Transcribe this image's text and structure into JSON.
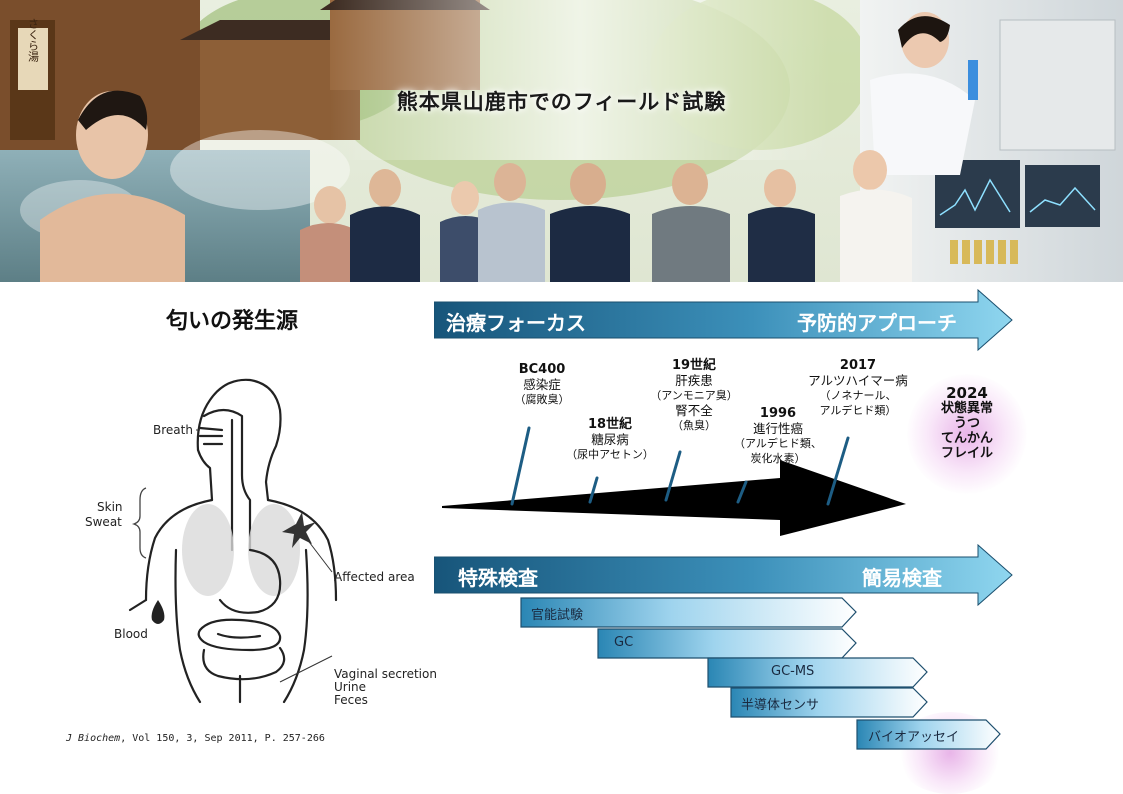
{
  "banner": {
    "title": "熊本県山鹿市でのフィールド試験",
    "sign_text": "さくら湯"
  },
  "odor_source": {
    "title": "匂いの発生源",
    "labels": {
      "breath": "Breath",
      "skin": "Skin",
      "sweat": "Sweat",
      "affected_area": "Affected area",
      "blood": "Blood",
      "vaginal": "Vaginal secretion",
      "urine": "Urine",
      "feces": "Feces"
    },
    "citation_journal": "J Biochem",
    "citation_rest": ", Vol 150, 3, Sep 2011, P. 257-266"
  },
  "focus_arrow": {
    "left": "治療フォーカス",
    "right": "予防的アプローチ",
    "color_start": "#17557a",
    "color_end": "#7fd0ec"
  },
  "timeline": [
    {
      "year": "BC400",
      "lines": [
        "感染症"
      ],
      "sub": [
        "（腐敗臭）"
      ]
    },
    {
      "year": "18世紀",
      "lines": [
        "糖尿病"
      ],
      "sub": [
        "（尿中アセトン）"
      ]
    },
    {
      "year": "19世紀",
      "lines": [
        "肝疾患"
      ],
      "sub": [
        "（アンモニア臭）"
      ],
      "lines2": [
        "腎不全"
      ],
      "sub2": [
        "（魚臭）"
      ]
    },
    {
      "year": "1996",
      "lines": [
        "進行性癌"
      ],
      "sub": [
        "（アルデヒド類、",
        "炭化水素）"
      ]
    },
    {
      "year": "2017",
      "lines": [
        "アルツハイマー病"
      ],
      "sub": [
        "（ノネナール、",
        "アルデヒド類）"
      ]
    },
    {
      "year": "2024",
      "lines": [
        "状態異常",
        "うつ",
        "てんかん",
        "フレイル"
      ]
    }
  ],
  "test_arrow": {
    "left": "特殊検査",
    "right": "簡易検査"
  },
  "methods": [
    "官能試験",
    "GC",
    "GC-MS",
    "半導体センサ",
    "バイオアッセイ"
  ],
  "colors": {
    "timeline_tick": "#1d5d84",
    "glow": "#d678d6",
    "method_fill_start": "#2a86b4",
    "method_fill_end": "#ffffff"
  }
}
